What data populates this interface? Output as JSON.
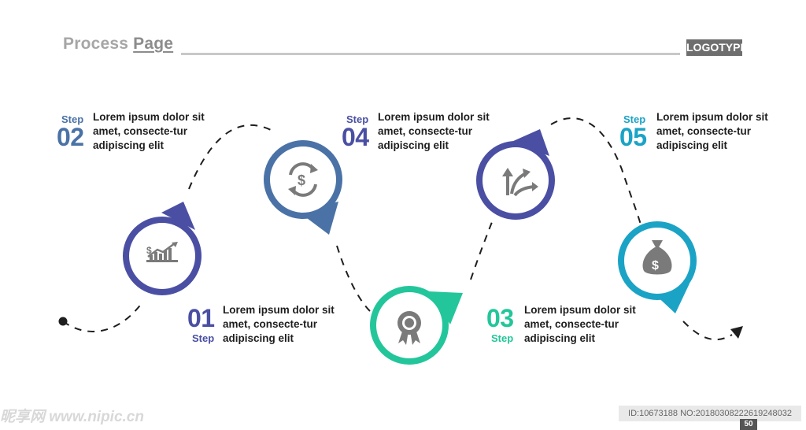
{
  "header": {
    "title_light": "Process ",
    "title_bold": "Page",
    "logo": "LOGOTYPE"
  },
  "steps": [
    {
      "word": "Step",
      "number": "01",
      "text": "Lorem ipsum dolor sit amet, consecte-tur adipiscing elit",
      "color": "#4a4fa3",
      "icon": "chart-growth-icon"
    },
    {
      "word": "Step",
      "number": "02",
      "text": "Lorem ipsum dolor sit amet, consecte-tur adipiscing elit",
      "color": "#4a72a6",
      "icon": "dollar-cycle-icon"
    },
    {
      "word": "Step",
      "number": "03",
      "text": "Lorem ipsum dolor sit amet, consecte-tur adipiscing elit",
      "color": "#23c69a",
      "icon": "award-badge-icon"
    },
    {
      "word": "Step",
      "number": "04",
      "text": "Lorem ipsum dolor sit amet, consecte-tur adipiscing elit",
      "color": "#4a4fa3",
      "icon": "split-arrows-icon"
    },
    {
      "word": "Step",
      "number": "05",
      "text": "Lorem ipsum dolor sit amet, consecte-tur adipiscing elit",
      "color": "#1ba3c6",
      "icon": "money-bag-icon"
    }
  ],
  "footer": {
    "watermark": "昵享网 www.nipic.cn",
    "id_text": "ID:10673188 NO:20180308222619248032",
    "page_number": "50"
  }
}
